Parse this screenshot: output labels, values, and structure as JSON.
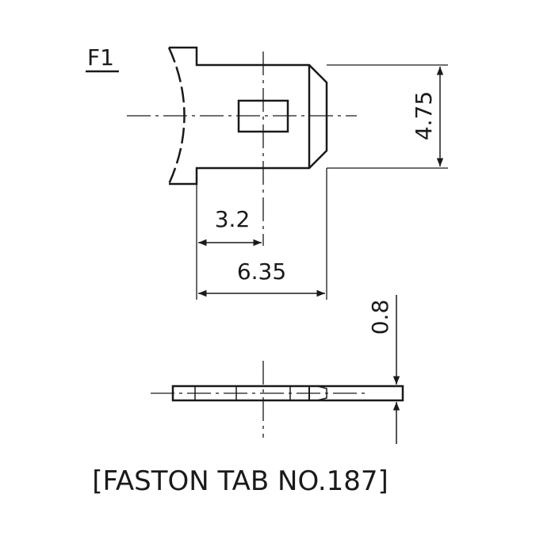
{
  "diagram": {
    "part_label": "F1",
    "caption": "[FASTON TAB NO.187]",
    "dimensions": {
      "height": "4.75",
      "hole_offset": "3.2",
      "tab_length": "6.35",
      "thickness": "0.8"
    }
  }
}
